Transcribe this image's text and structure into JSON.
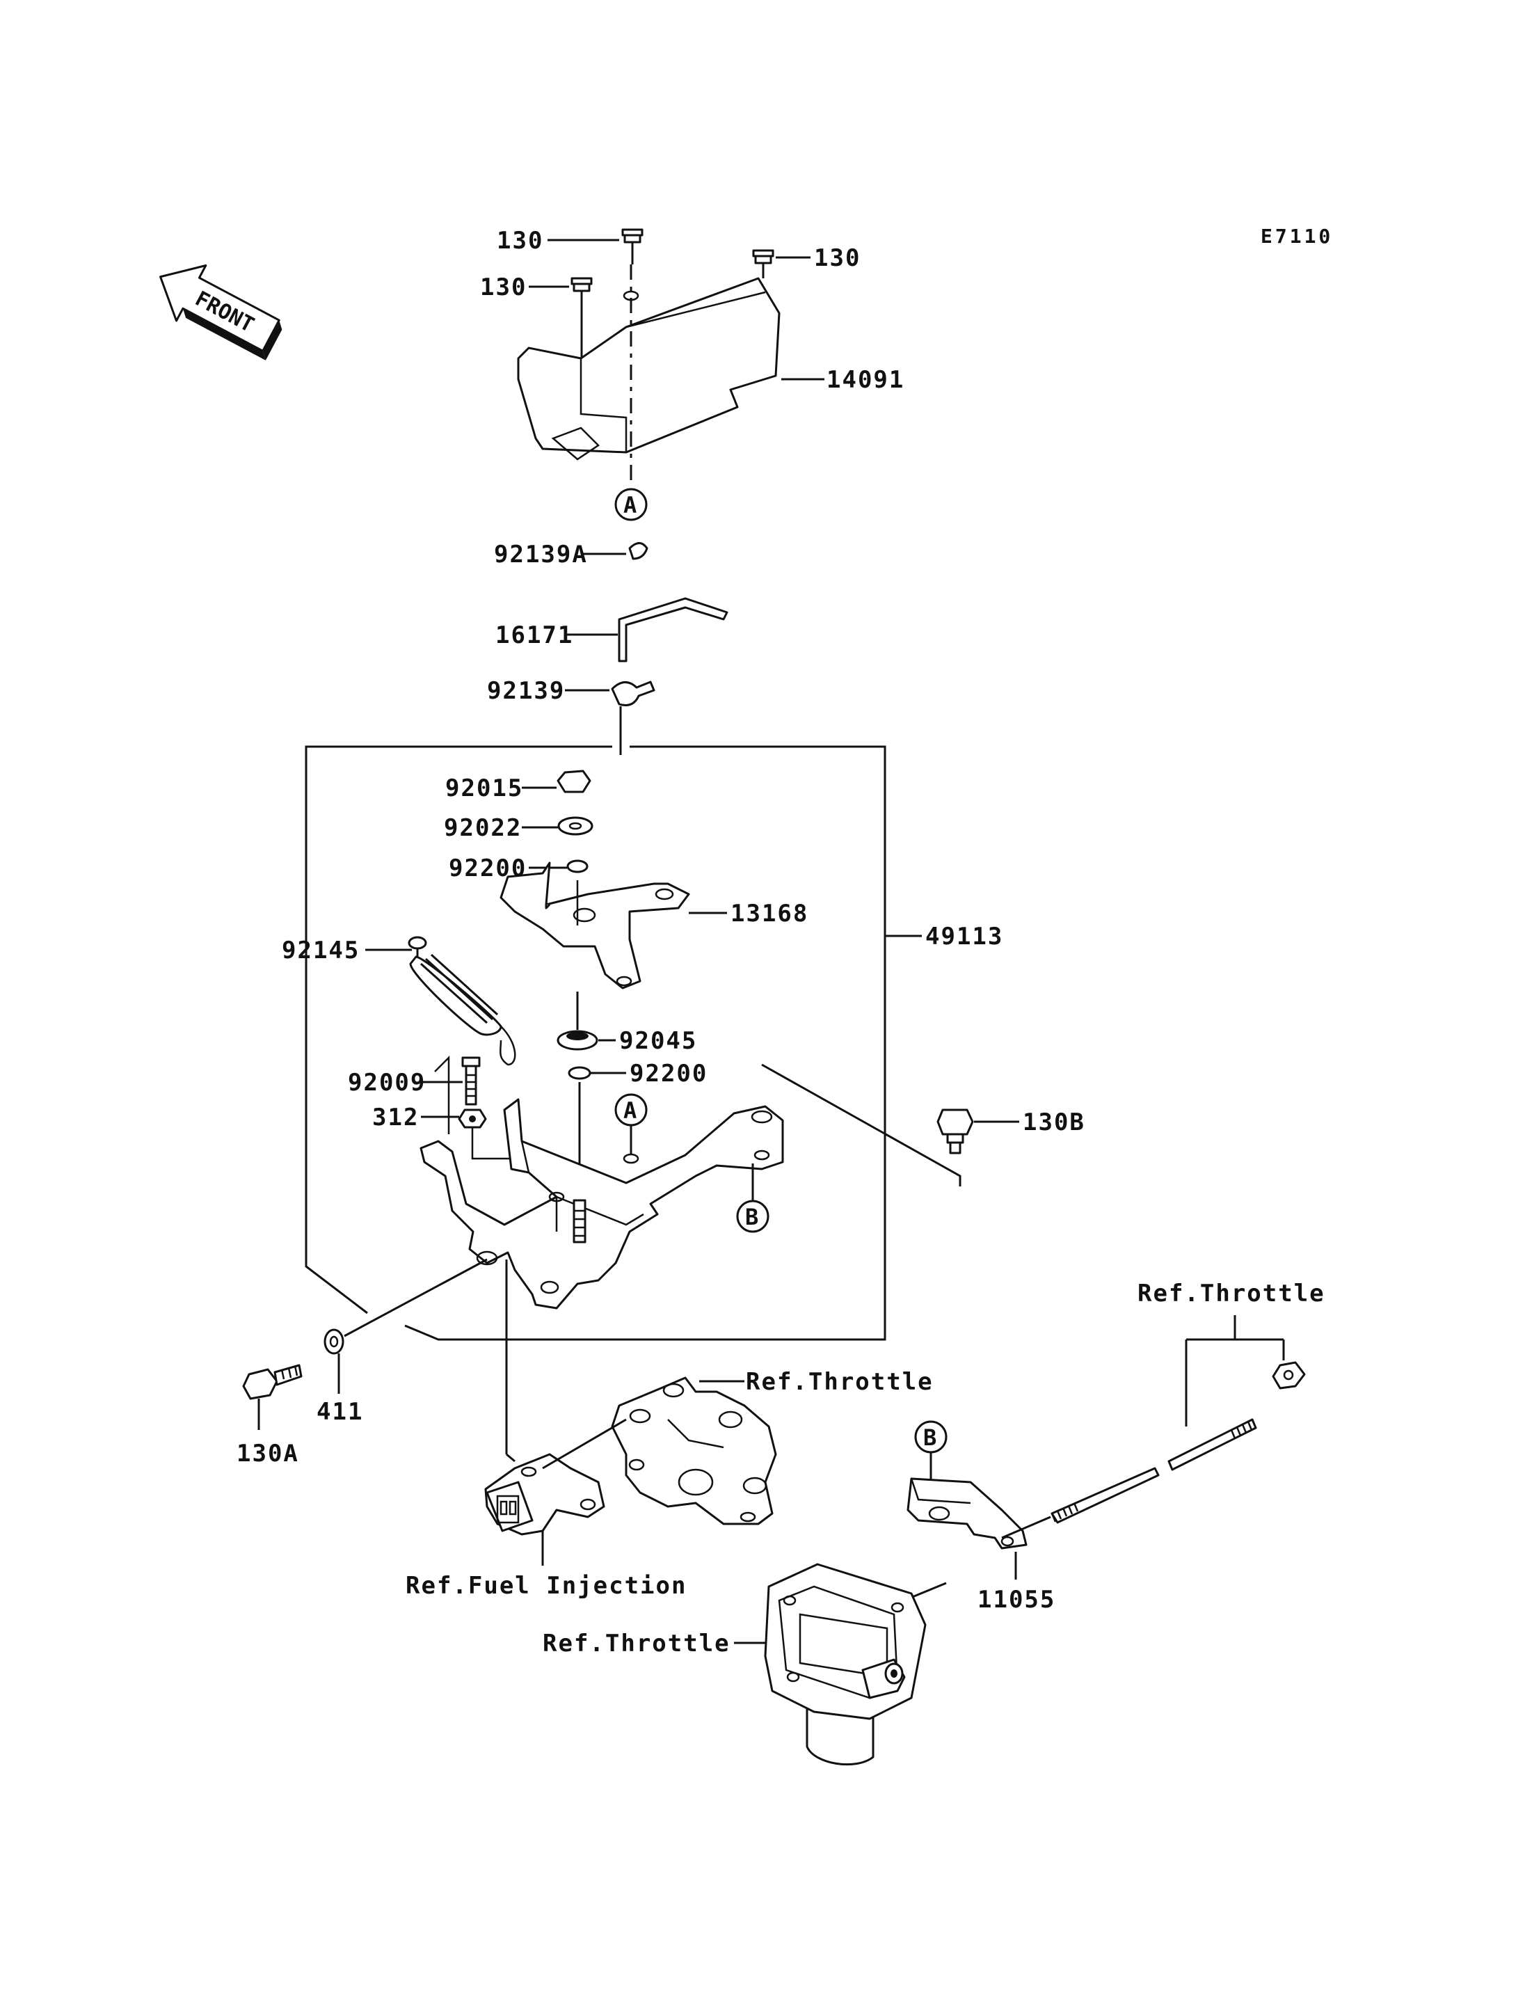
{
  "diagram_code": "E7110",
  "front_arrow_label": "FRONT",
  "parts": {
    "p130_top": "130",
    "p130_right": "130",
    "p130_left": "130",
    "p14091": "14091",
    "p92139A": "92139A",
    "p16171": "16171",
    "p92139": "92139",
    "p92015": "92015",
    "p92022": "92022",
    "p92200_upper": "92200",
    "p13168": "13168",
    "p49113": "49113",
    "p92145": "92145",
    "p92045": "92045",
    "p92200_lower": "92200",
    "p92009": "92009",
    "p312": "312",
    "p130B": "130B",
    "p411": "411",
    "p130A": "130A",
    "p11055": "11055"
  },
  "references": {
    "throttle_upper": "Ref.Throttle",
    "throttle_middle": "Ref.Throttle",
    "throttle_lower": "Ref.Throttle",
    "fuel_injection": "Ref.Fuel Injection"
  },
  "callouts": {
    "a_top": "A",
    "a_mid": "A",
    "b_mid": "B",
    "b_right": "B"
  }
}
